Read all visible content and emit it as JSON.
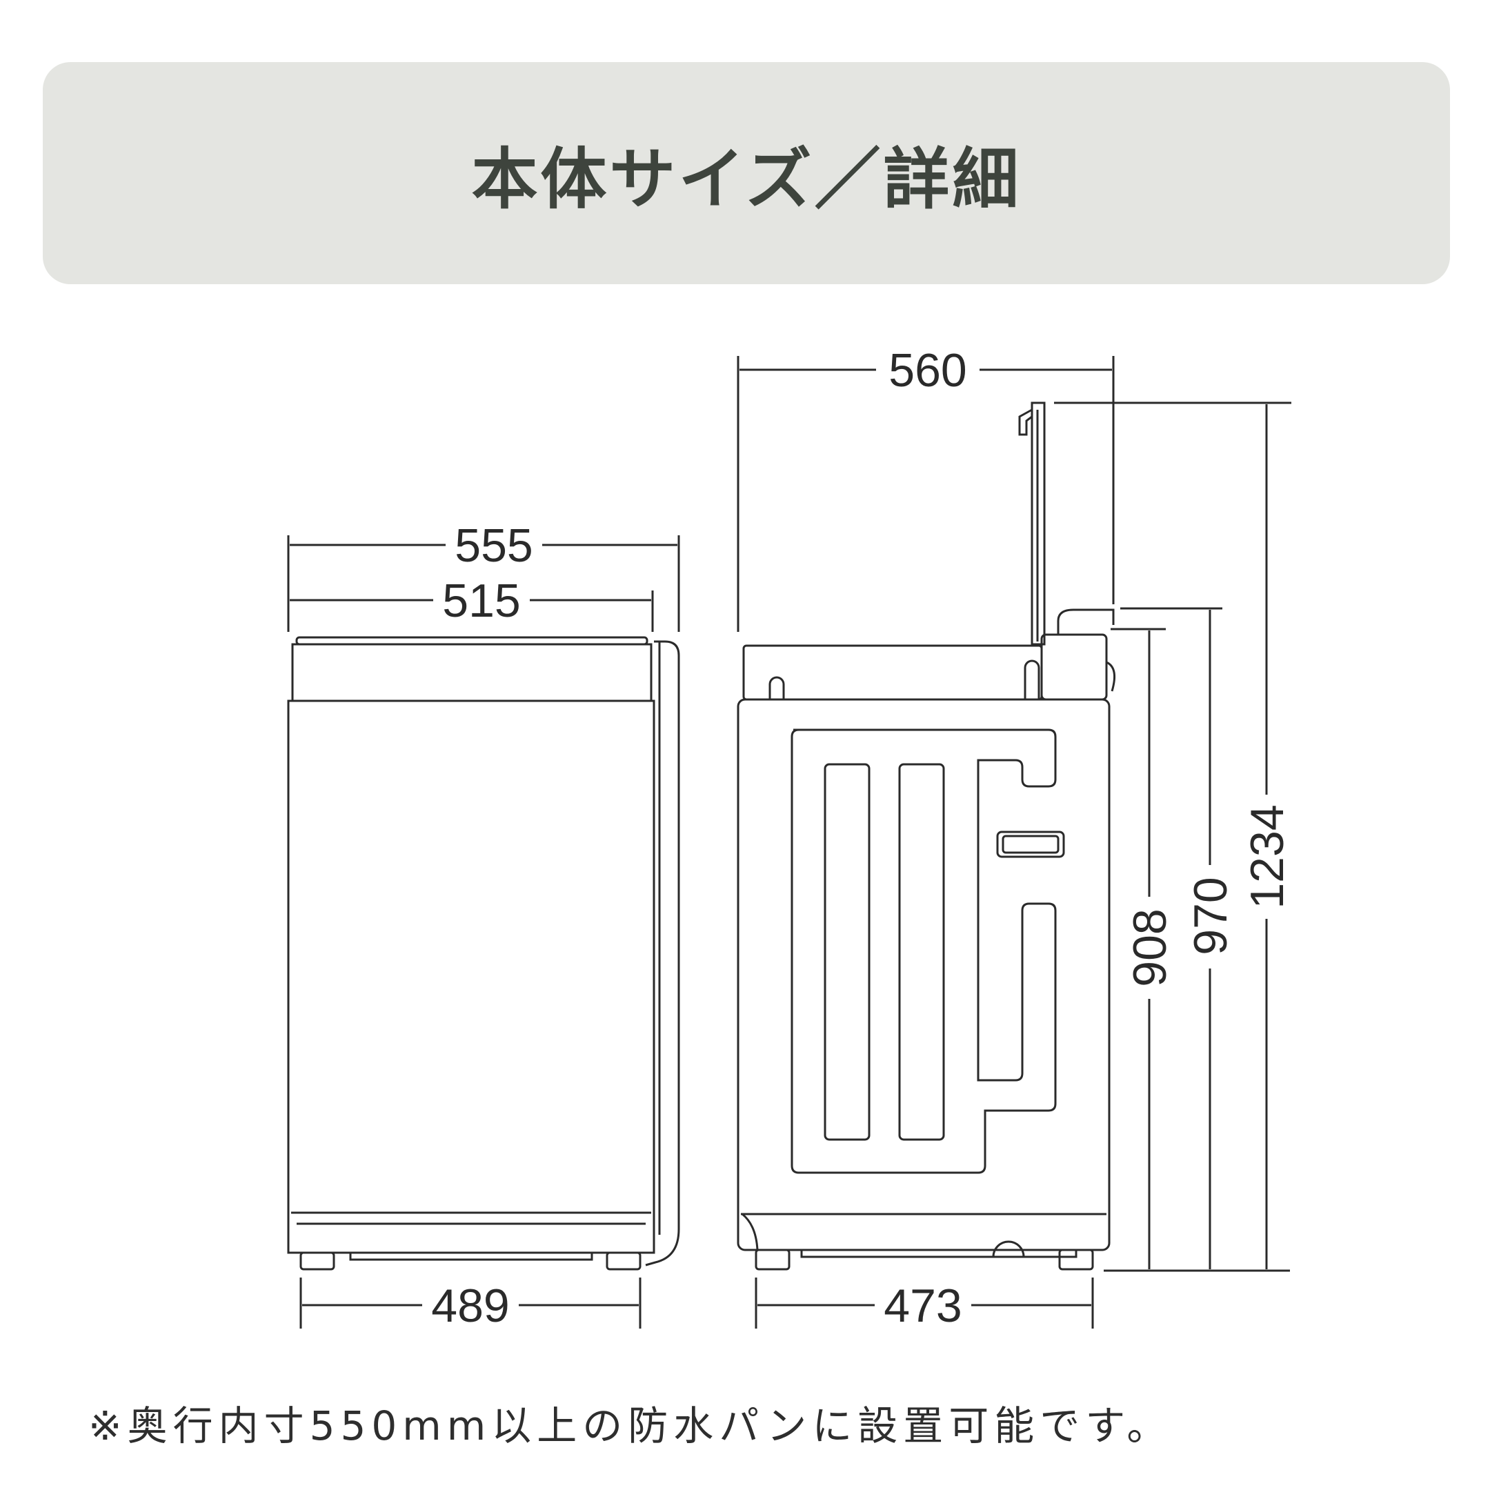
{
  "header": {
    "title": "本体サイズ／詳細"
  },
  "dimensions": {
    "front_outer_width": "555",
    "front_body_width": "515",
    "front_base_width": "489",
    "side_open_depth": "560",
    "side_base_depth": "473",
    "height_body": "908",
    "height_hose": "970",
    "height_lid_open": "1234"
  },
  "footnote": "※奥行内寸550mm以上の防水パンに設置可能です。",
  "colors": {
    "header_bg": "#e4e5e1",
    "header_text": "#3e443d",
    "line": "#2a2a2a"
  }
}
